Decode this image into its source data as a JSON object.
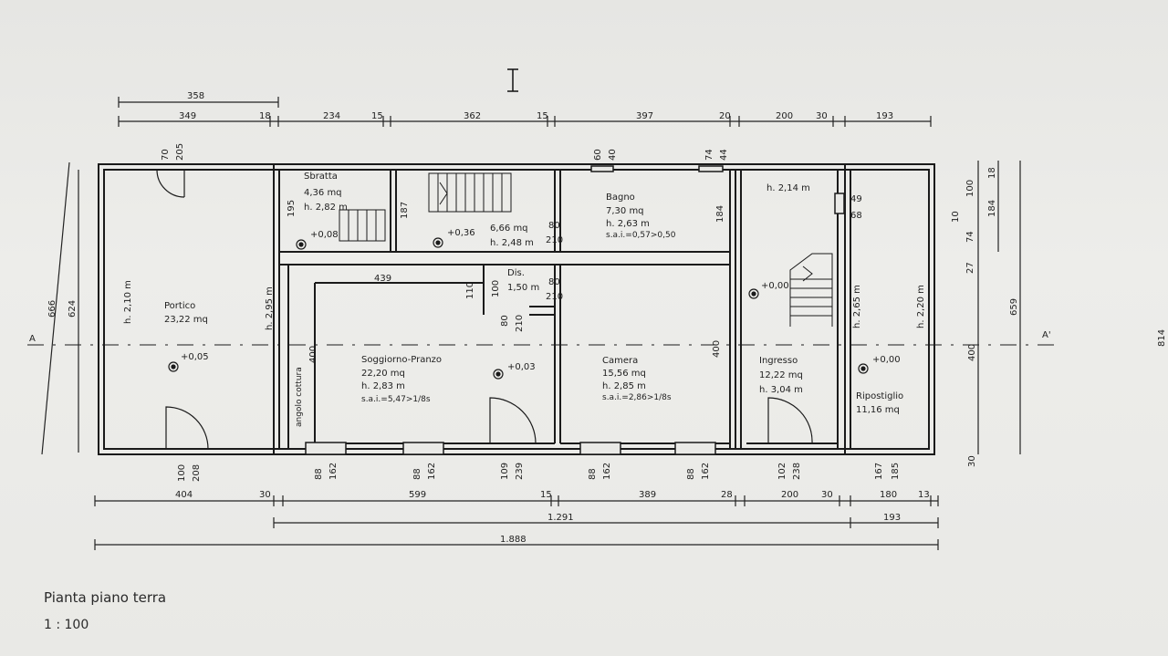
{
  "caption": {
    "title": "Pianta piano terra",
    "scale": "1 : 100"
  },
  "section_labels": {
    "left": "A",
    "right": "A'"
  },
  "top_dims_row1": [
    "358"
  ],
  "top_dims_row2": [
    "349",
    "18",
    "234",
    "15",
    "362",
    "15",
    "397",
    "20",
    "200",
    "30",
    "193"
  ],
  "bottom_dims_row1": [
    "404",
    "30",
    "599",
    "15",
    "389",
    "28",
    "200",
    "30",
    "180",
    "13"
  ],
  "bottom_dims_row2": [
    "1.291",
    "193"
  ],
  "bottom_dims_row3": [
    "1.888"
  ],
  "left_dims": [
    "666",
    "624"
  ],
  "right_dims": [
    "10",
    "100",
    "18",
    "184",
    "74",
    "27",
    "400",
    "659",
    "30",
    "814"
  ],
  "opening_dims_top": [
    "70",
    "205",
    "60",
    "40",
    "74",
    "44"
  ],
  "opening_dims_bottom": [
    "100",
    "208",
    "88",
    "162",
    "88",
    "162",
    "109",
    "239",
    "88",
    "162",
    "88",
    "162",
    "102",
    "238",
    "167",
    "185"
  ],
  "rooms": {
    "portico": {
      "name": "Portico",
      "area": "23,22 mq",
      "height": "h. 2,10 m",
      "height2": "h. 2,95 m",
      "level": "+0,05"
    },
    "sbratta": {
      "name": "Sbratta",
      "area": "4,36 mq",
      "height": "h. 2,82 m",
      "level": "+0,08",
      "dim": "195"
    },
    "stair_room": {
      "area": "6,66 mq",
      "height": "h. 2,48 m",
      "level": "+0,36",
      "dim1": "187",
      "door_w": "80",
      "door_h": "210"
    },
    "bagno": {
      "name": "Bagno",
      "area": "7,30 mq",
      "height": "h. 2,63 m",
      "sai": "s.a.i.=0,57>0,50",
      "dim": "184"
    },
    "disimpegno": {
      "name": "Dis.",
      "height": "1,50 m",
      "door_w": "80",
      "door_h": "210",
      "d1": "110",
      "d2": "100",
      "d3": "80",
      "d4": "210"
    },
    "soggiorno": {
      "name": "Soggiorno-Pranzo",
      "area": "22,20 mq",
      "height": "h. 2,83 m",
      "sai": "s.a.i.=5,47>1/8s",
      "level": "+0,03",
      "dim": "439",
      "dim2": "400",
      "side": "angolo cottura"
    },
    "camera": {
      "name": "Camera",
      "area": "15,56 mq",
      "height": "h. 2,85 m",
      "sai": "s.a.i.=2,86>1/8s",
      "dim": "400"
    },
    "ingresso": {
      "name": "Ingresso",
      "area": "12,22 mq",
      "height": "h. 3,04 m",
      "height_top": "h. 2,14 m",
      "height_side": "h. 2,65 m",
      "level": "+0,00",
      "dim1": "49",
      "dim2": "68"
    },
    "ripostiglio": {
      "name": "Ripostiglio",
      "area": "11,16 mq",
      "height": "h. 2,20 m",
      "level": "+0,00"
    }
  }
}
